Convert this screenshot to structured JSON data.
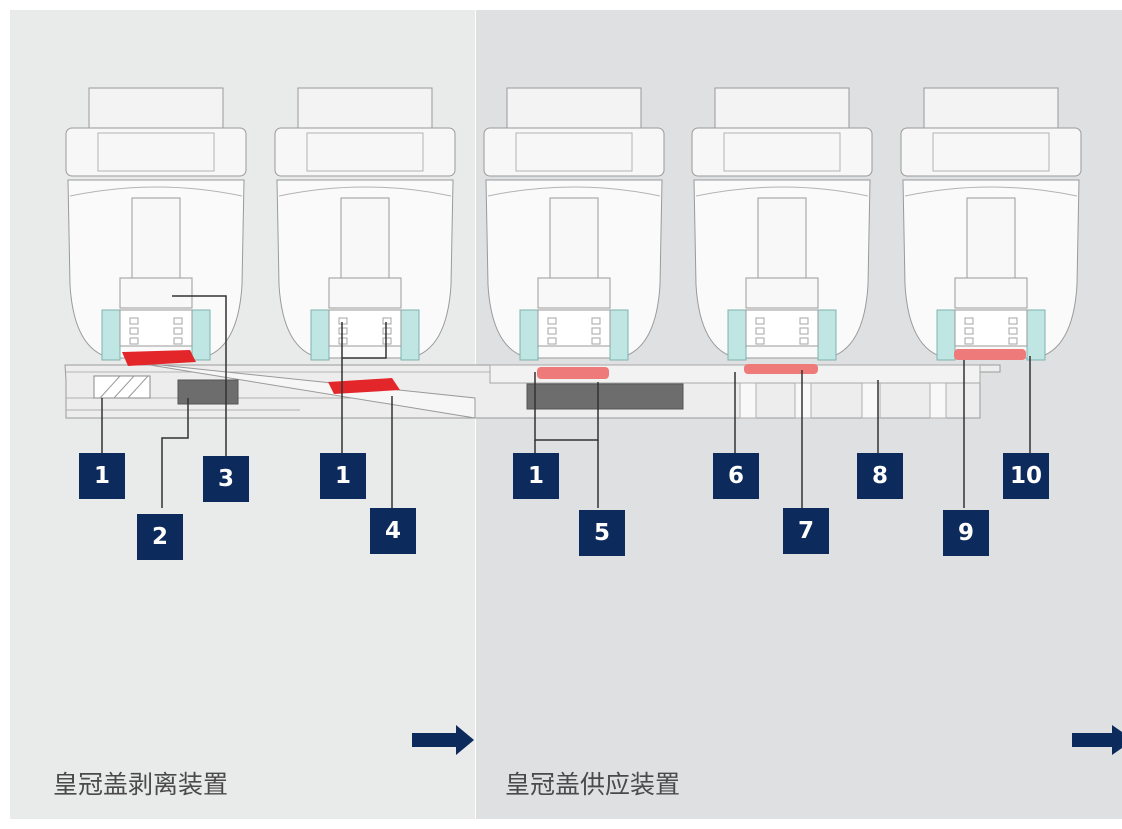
{
  "diagram": {
    "sections": [
      {
        "caption": "皇冠盖剥离装置"
      },
      {
        "caption": "皇冠盖供应装置"
      }
    ],
    "callouts": [
      {
        "label": "1"
      },
      {
        "label": "2"
      },
      {
        "label": "3"
      },
      {
        "label": "1"
      },
      {
        "label": "4"
      },
      {
        "label": "1"
      },
      {
        "label": "5"
      },
      {
        "label": "6"
      },
      {
        "label": "7"
      },
      {
        "label": "8"
      },
      {
        "label": "9"
      },
      {
        "label": "10"
      }
    ],
    "colors": {
      "badge": "#0d2a5c",
      "arrow": "#0d2a5c",
      "crown_cap": "#e3262a",
      "crown_cap_light": "#ef7a7a",
      "sleeve": "#bfe6e2"
    },
    "icons": [
      "arrow-right-icon"
    ]
  }
}
